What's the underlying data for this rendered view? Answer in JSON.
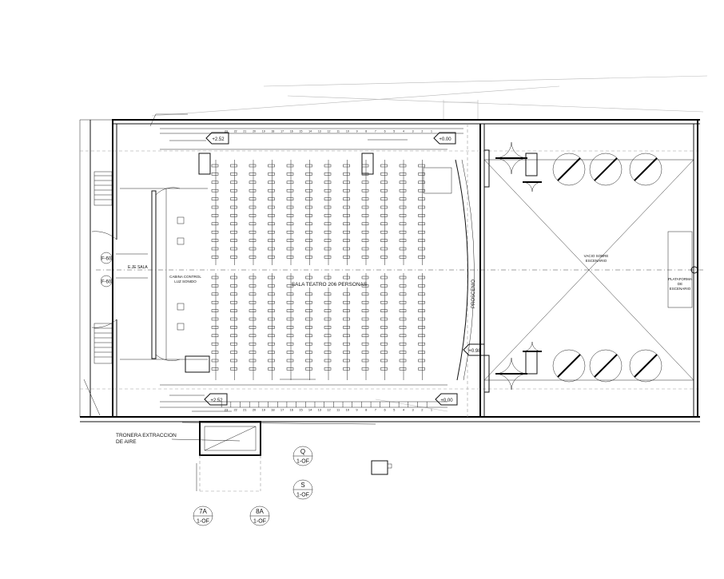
{
  "labels": {
    "room_title": "SALA TEATRO 206 PERSONAS",
    "control_booth": [
      "CABINA CONTROL",
      "LUZ SONIDO"
    ],
    "proscenium": "PROSCENIO",
    "void_over_stage": [
      "VACIO SOBRE",
      "ESCENARIO"
    ],
    "stage_platform": [
      "PLATAFORMA",
      "DE",
      "ESCENARIO"
    ],
    "air_extraction": [
      "TRONERA EXTRACCION",
      "DE AIRE"
    ],
    "hall_axis": "E.JE SALA"
  },
  "levels": {
    "top_left": "+2.52",
    "bottom_left": "+2.52",
    "top_right": "+0.00",
    "bottom_right": "+0.00",
    "stage": "+0.98"
  },
  "row_numbers": [
    "23",
    "22",
    "21",
    "20",
    "19",
    "18",
    "17",
    "16",
    "15",
    "14",
    "13",
    "12",
    "11",
    "10",
    "9",
    "8",
    "7",
    "6",
    "5",
    "4",
    "3",
    "2",
    "1"
  ],
  "grid_refs": [
    {
      "top": "Q",
      "bottom": "1-OF"
    },
    {
      "top": "S",
      "bottom": "1-OF"
    },
    {
      "top": "7A",
      "bottom": "1-OF"
    },
    {
      "top": "8A",
      "bottom": "1-OF"
    }
  ],
  "left_markers": [
    "F-60",
    "F-60"
  ]
}
